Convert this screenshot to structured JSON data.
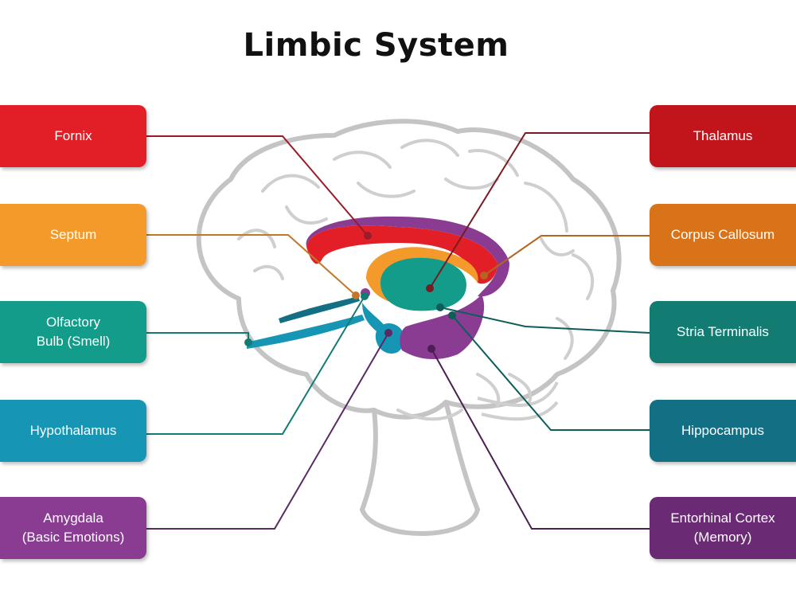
{
  "title": "Limbic System",
  "labels": {
    "fornix": "Fornix",
    "septum": "Septum",
    "olfactory": "Olfactory\nBulb (Smell)",
    "hypothalamus": "Hypothalamus",
    "amygdala": "Amygdala\n(Basic Emotions)",
    "thalamus": "Thalamus",
    "corpus_callosum": "Corpus Callosum",
    "stria": "Stria Terminalis",
    "hippocampus": "Hippocampus",
    "entorhinal": "Entorhinal Cortex\n(Memory)"
  },
  "colors": {
    "fornix": "#e21f26",
    "septum": "#f39a2b",
    "olfactory": "#139c8a",
    "hypothalamus": "#1696b4",
    "amygdala": "#8a3b92",
    "thalamus": "#c2151b",
    "corpus_callosum": "#d8731a",
    "stria": "#127c72",
    "hippocampus": "#126f84",
    "entorhinal": "#6a2a74",
    "brain_outline": "#bdbdbd"
  }
}
